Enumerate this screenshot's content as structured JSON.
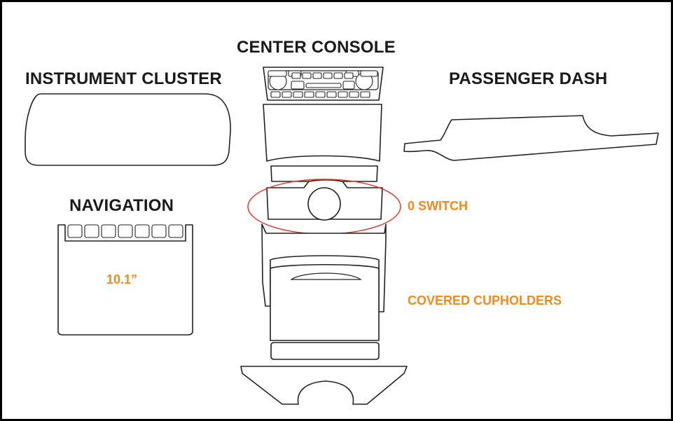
{
  "labels": {
    "center_console": "CENTER CONSOLE",
    "instrument_cluster": "INSTRUMENT CLUSTER",
    "passenger_dash": "PASSENGER DASH",
    "navigation": "NAVIGATION",
    "nav_size": "10.1”",
    "switch": "0 SWITCH",
    "cupholders": "COVERED CUPHOLDERS"
  },
  "colors": {
    "border": "#000000",
    "outline": "#222222",
    "accent": "#f08a1c",
    "highlight_ring": "#e0352b"
  }
}
